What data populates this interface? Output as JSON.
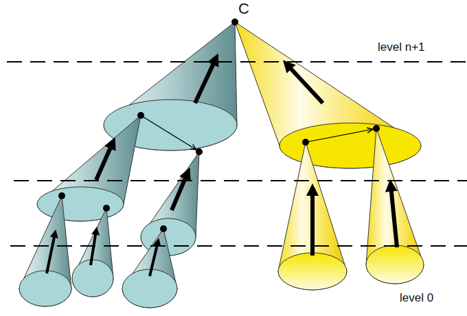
{
  "diagram": {
    "labels": [
      "C",
      "level n+1",
      "level 0"
    ]
  }
}
